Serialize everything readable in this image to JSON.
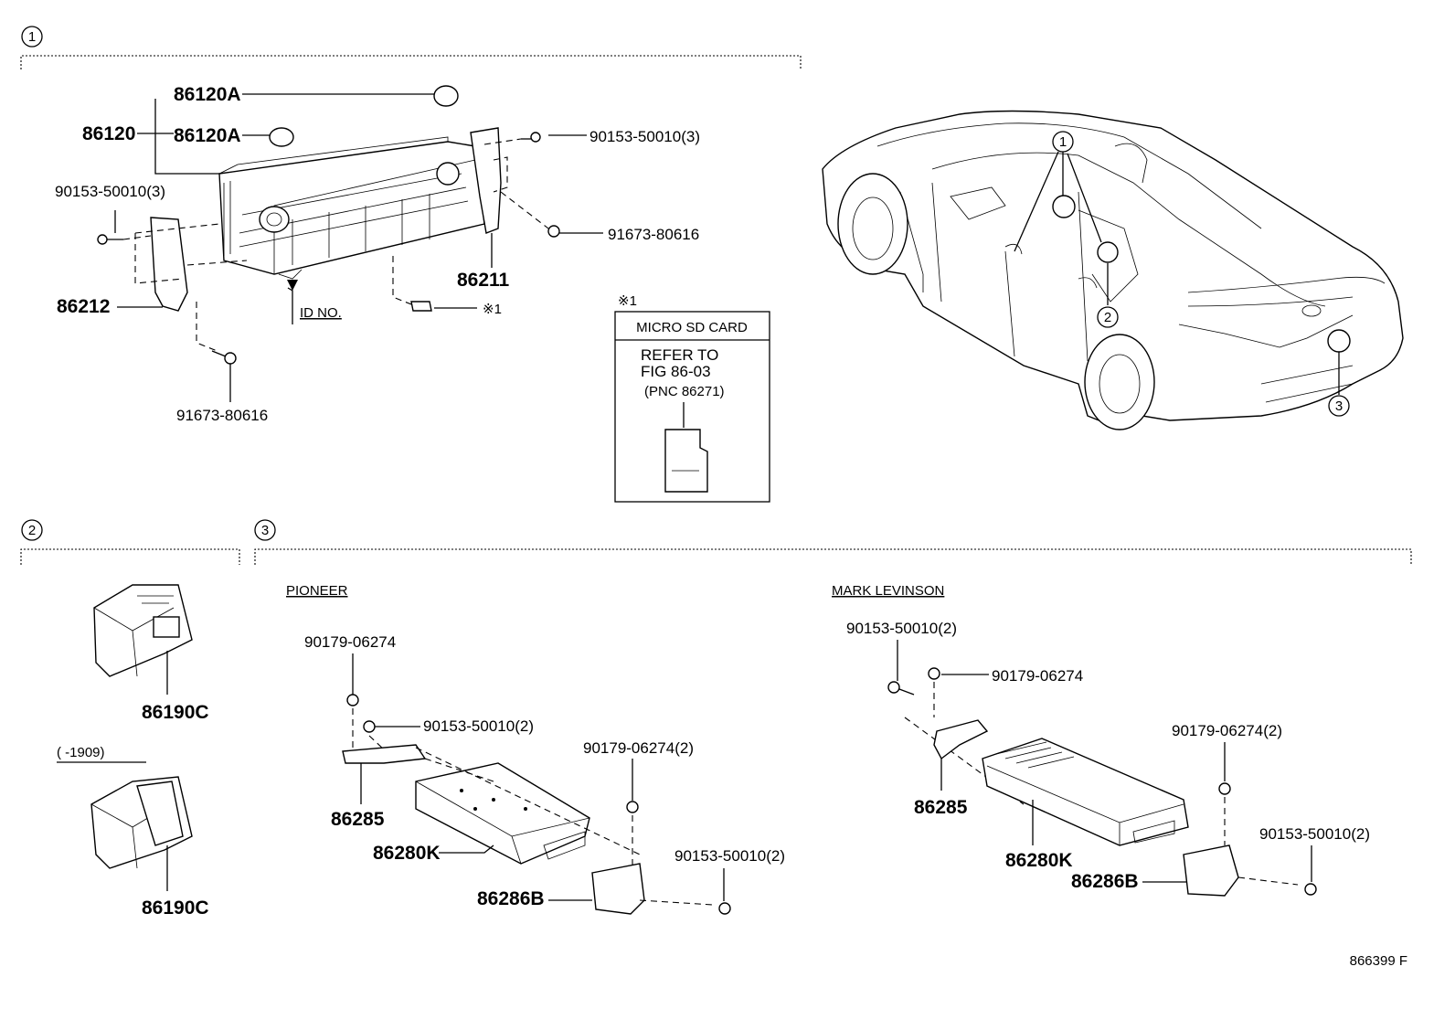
{
  "sections": [
    {
      "id": "s1",
      "marker": "1"
    },
    {
      "id": "s2",
      "marker": "2"
    },
    {
      "id": "s3",
      "marker": "3"
    }
  ],
  "vehicle_markers": [
    "1",
    "2",
    "3"
  ],
  "section1": {
    "parts": {
      "p86120": "86120",
      "p86120a_top": "86120A",
      "p86120a_bot": "86120A",
      "bolt_left": "90153-50010(3)",
      "bolt_right": "90153-50010(3)",
      "screw_right": "91673-80616",
      "screw_bottom": "91673-80616",
      "bracket_right": "86211",
      "bracket_left": "86212"
    },
    "id_no": "ID NO.",
    "note_ref": "※1"
  },
  "sd_card": {
    "note": "※1",
    "header": "MICRO SD CARD",
    "refer_line1": "REFER TO",
    "refer_line2": "FIG 86-03",
    "refer_line3": "(PNC 86271)"
  },
  "section2": {
    "part_top": "86190C",
    "date_range": "(    -1909)",
    "part_bottom": "86190C"
  },
  "section3": {
    "pioneer": {
      "title": "PIONEER",
      "nut_top": "90179-06274",
      "bolt_top": "90153-50010(2)",
      "nut_right": "90179-06274(2)",
      "bolt_right": "90153-50010(2)",
      "bracket_left": "86285",
      "amp": "86280K",
      "bracket_right": "86286B"
    },
    "mark_levinson": {
      "title": "MARK LEVINSON",
      "bolt_top": "90153-50010(2)",
      "nut_top": "90179-06274",
      "nut_right": "90179-06274(2)",
      "bolt_right": "90153-50010(2)",
      "bracket_left": "86285",
      "amp": "86280K",
      "bracket_right": "86286B"
    }
  },
  "figure_id": "866399 F"
}
